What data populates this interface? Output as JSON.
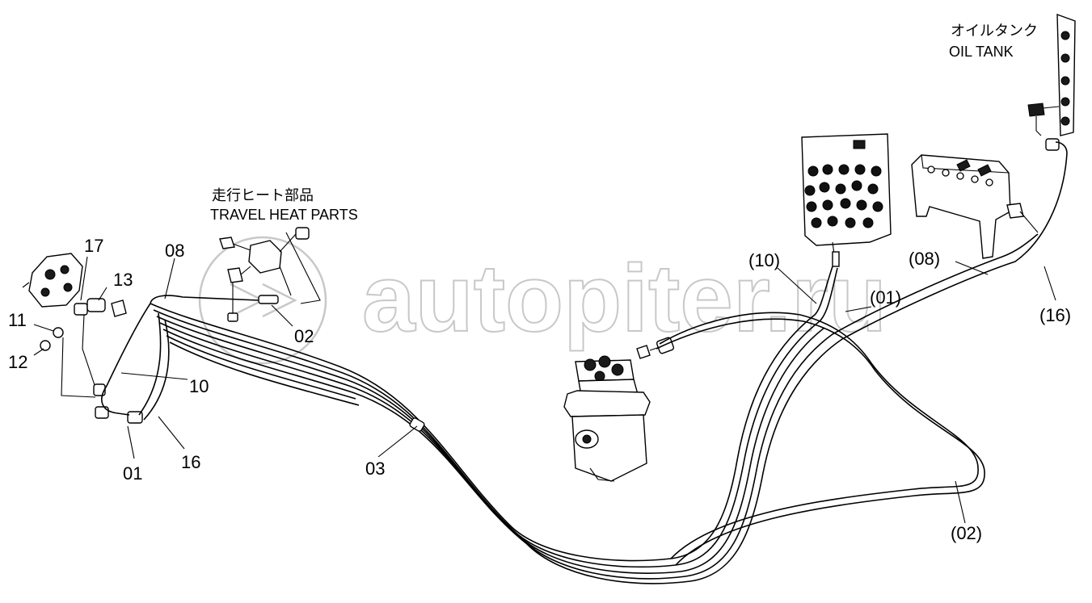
{
  "labels": {
    "oil_tank_jp": "オイルタンク",
    "oil_tank_en": "OIL TANK",
    "travel_heat_jp": "走行ヒート部品",
    "travel_heat_en": "TRAVEL HEAT PARTS",
    "p17": "17",
    "p13": "13",
    "p11": "11",
    "p12": "12",
    "p08": "08",
    "p10": "10",
    "p16": "16",
    "p01": "01",
    "p02": "02",
    "p03": "03",
    "r10": "(10)",
    "r01": "(01)",
    "r08": "(08)",
    "r16": "(16)",
    "r02": "(02)"
  },
  "watermark": {
    "text": "autopiter.ru"
  },
  "colors": {
    "line": "#000000",
    "watermark": "#c8c8c8",
    "background": "#ffffff"
  }
}
